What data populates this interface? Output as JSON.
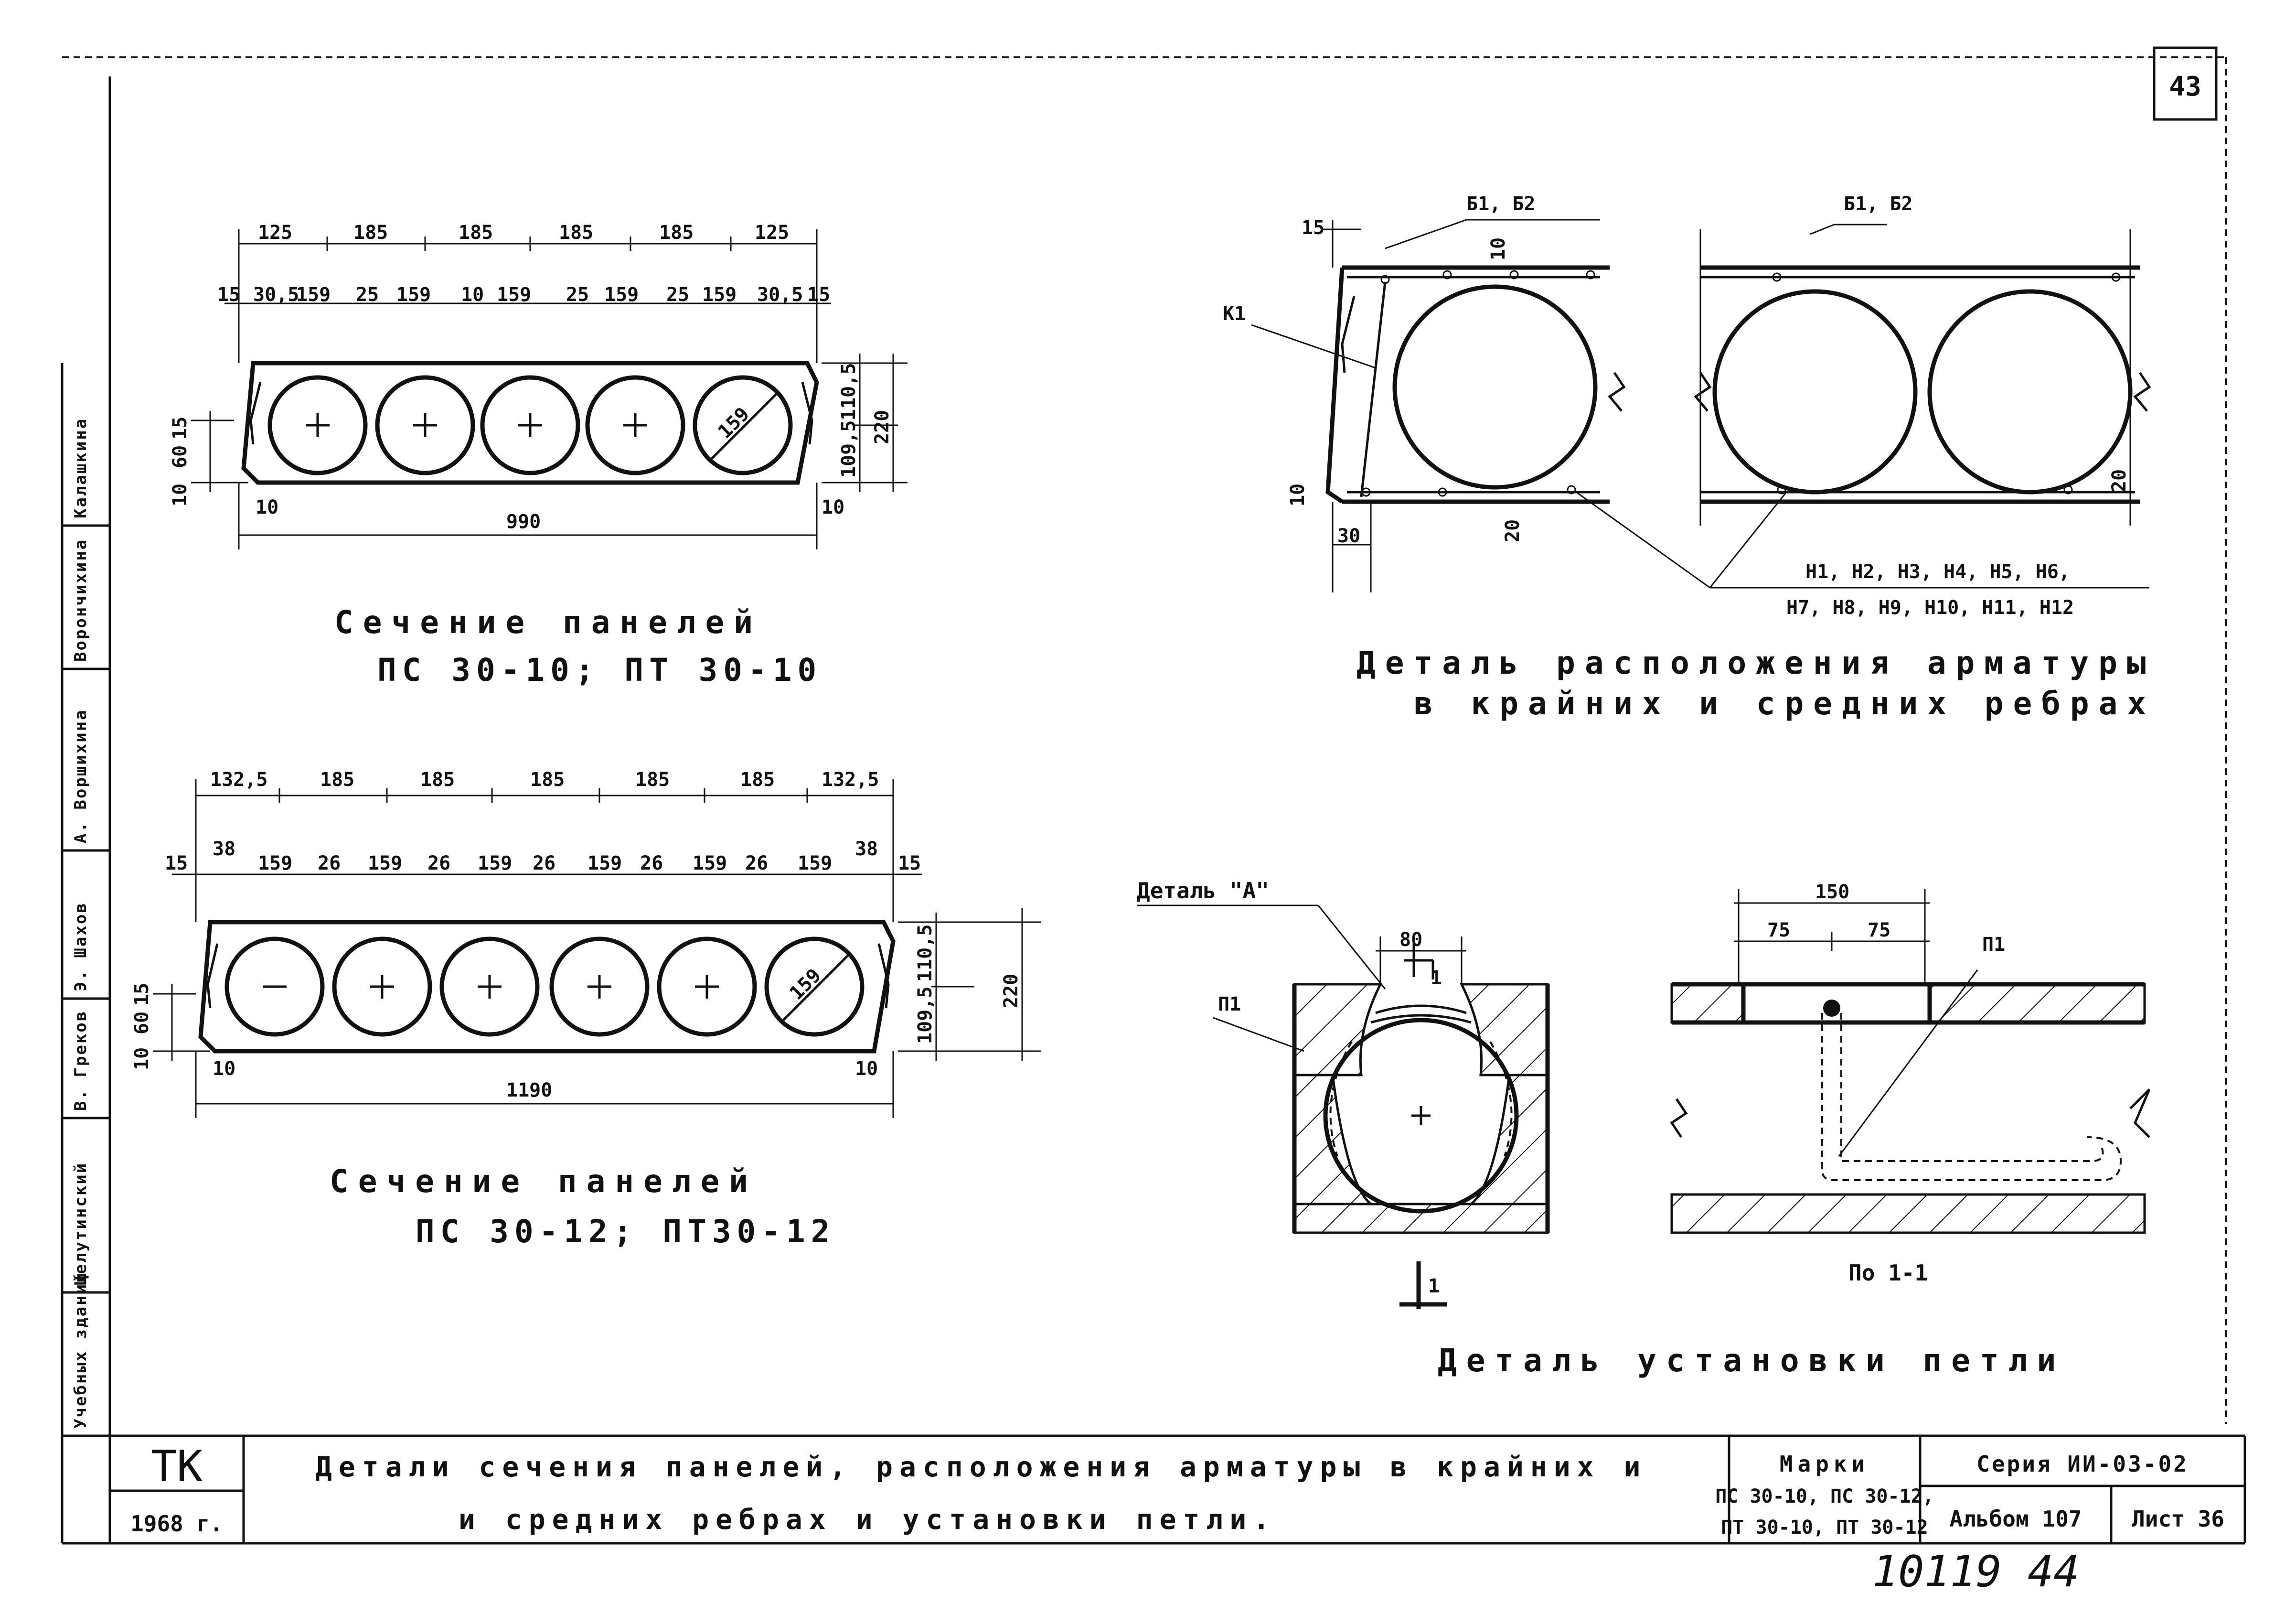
{
  "sheet_number": "43",
  "side_stamp": [
    "Учебных зданий",
    "Целутинский",
    "В. Греков",
    "Э. Шахов",
    "А. Воршихина",
    "Ворончихина",
    "Калашкина"
  ],
  "panel10": {
    "top_dims": [
      "125",
      "185",
      "185",
      "185",
      "185",
      "125"
    ],
    "second_dims": [
      "15",
      "30,5",
      "159",
      "25",
      "159",
      "10",
      "159",
      "25",
      "159",
      "25",
      "159",
      "30,5",
      "15"
    ],
    "right_dims": [
      "110,5",
      "109,5",
      "220"
    ],
    "left_dims": [
      "10",
      "60",
      "15"
    ],
    "bottom_dims": [
      "10",
      "990",
      "10"
    ],
    "diameter": "159",
    "caption_1": "Сечение панелей",
    "caption_2": "ПС 30-10;   ПТ 30-10"
  },
  "panel12": {
    "top_dims": [
      "132,5",
      "185",
      "185",
      "185",
      "185",
      "185",
      "132,5"
    ],
    "second_dims": [
      "15",
      "38",
      "159",
      "26",
      "159",
      "26",
      "159",
      "26",
      "159",
      "26",
      "159",
      "26",
      "159",
      "38",
      "15"
    ],
    "right_dims": [
      "110,5",
      "109,5",
      "220"
    ],
    "left_dims": [
      "10",
      "60",
      "15"
    ],
    "bottom_dims": [
      "10",
      "1190",
      "10"
    ],
    "diameter": "159",
    "caption_1": "Сечение панелей",
    "caption_2": "ПС 30-12;   ПТ30-12"
  },
  "rebar_detail": {
    "label_b_left": "Б1, Б2",
    "label_b_right": "Б1, Б2",
    "label_k": "К1",
    "dims": [
      "15",
      "10",
      "10",
      "30",
      "20",
      "20"
    ],
    "label_h_1": "Н1, Н2, Н3, Н4, Н5, Н6,",
    "label_h_2": "Н7, Н8, Н9, Н10, Н11, Н12",
    "caption_1": "Деталь расположения арматуры",
    "caption_2": "в крайних и средних ребрах"
  },
  "loop_detail": {
    "detail_label": "Деталь \"А\"",
    "dim_80": "80",
    "section_mark": "1",
    "label_p1_left": "П1",
    "label_p1_right": "П1",
    "dim_150": "150",
    "dim_75a": "75",
    "dim_75b": "75",
    "section_caption": "По 1-1",
    "caption": "Деталь установки петли"
  },
  "title_block": {
    "org": "ТК",
    "year": "1968 г.",
    "title_line1": "Детали сечения панелей, расположения арматуры в крайних и",
    "title_line2": "и средних ребрах и установки петли.",
    "marks_label": "Марки",
    "marks_1": "ПС 30-10, ПС 30-12,",
    "marks_2": "ПТ 30-10, ПТ 30-12",
    "series": "Серия ИИ-03-02",
    "album": "Альбом 107",
    "sheet": "Лист 36"
  },
  "handwritten": "10119  44"
}
